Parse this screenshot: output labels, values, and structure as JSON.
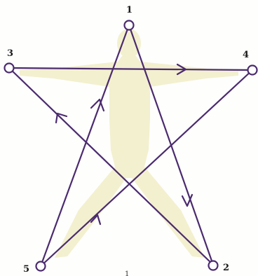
{
  "diagram": {
    "points": [
      {
        "id": "p1",
        "label": "1"
      },
      {
        "id": "p2",
        "label": "2"
      },
      {
        "id": "p3",
        "label": "3"
      },
      {
        "id": "p4",
        "label": "4"
      },
      {
        "id": "p5",
        "label": "5"
      }
    ],
    "stray_mark": "1",
    "figure_color": "#f3f0cf",
    "line_color": "#4b2b6e"
  }
}
